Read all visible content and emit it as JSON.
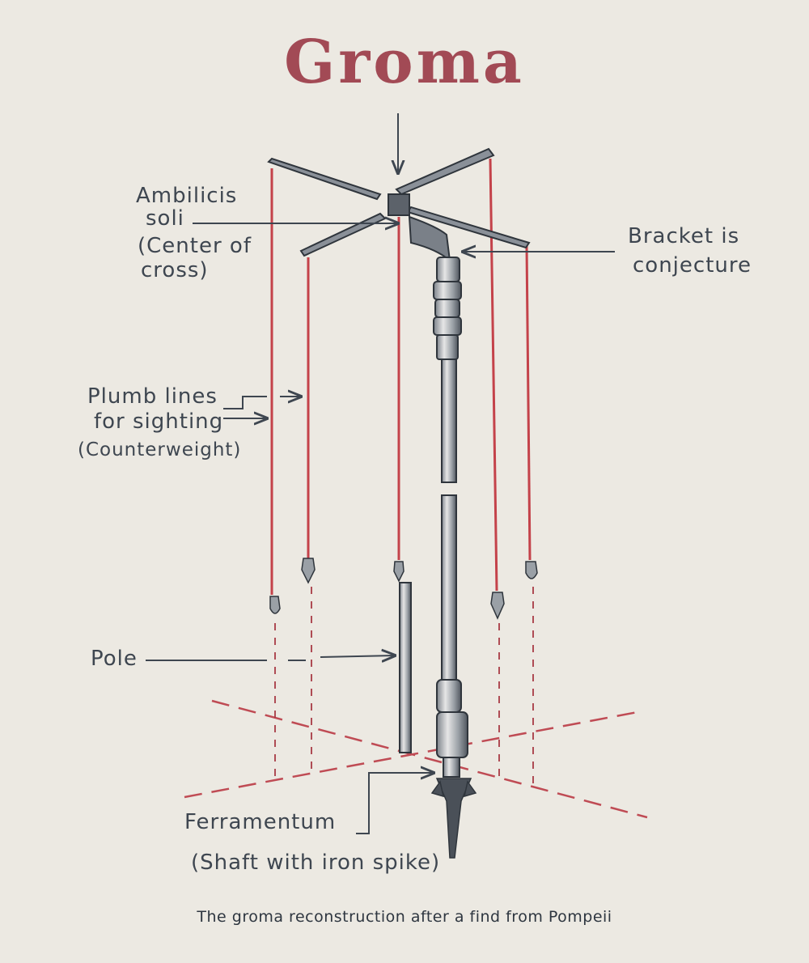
{
  "title": "Groma",
  "labels": {
    "ambilicis_1": "Ambilicis",
    "ambilicis_2": "soli",
    "ambilicis_3": "(Center of",
    "ambilicis_4": "cross)",
    "bracket_1": "Bracket is",
    "bracket_2": "conjecture",
    "plumb_1": "Plumb lines",
    "plumb_2": "for sighting",
    "plumb_3": "(Counterweight)",
    "pole": "Pole",
    "ferramentum_1": "Ferramentum",
    "ferramentum_2": "(Shaft with iron spike)"
  },
  "caption": "The groma reconstruction after a find from Pompeii",
  "colors": {
    "title": "#a24a55",
    "plumb_line": "#c0303a",
    "ink": "#3e4650",
    "paper": "#ece9e2"
  }
}
